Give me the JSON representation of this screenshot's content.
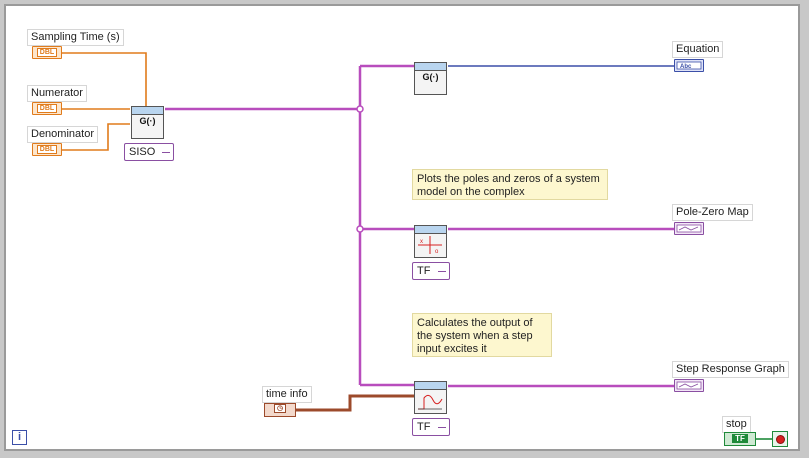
{
  "controls": {
    "sampling_time": "Sampling Time (s)",
    "numerator": "Numerator",
    "denominator": "Denominator",
    "time_info": "time info",
    "stop": "stop"
  },
  "indicators": {
    "equation": "Equation",
    "pole_zero_map": "Pole-Zero Map",
    "step_response_graph": "Step Response Graph"
  },
  "terminal_text": {
    "dbl": "DBL",
    "tf": "TF"
  },
  "nodes": {
    "siso_selector": "SISO",
    "pz_selector": "TF",
    "step_selector": "TF",
    "model_glyph": "G(·)"
  },
  "notes": {
    "pz_comment": "Plots the poles and zeros of a system model on the complex",
    "step_comment": "Calculates the output of the system when a step input excites it"
  },
  "colors": {
    "double_wire": "#e07b1c",
    "model_wire": "#b84dbd",
    "string_wire": "#3b4fa8",
    "timestamp_wire": "#9c4a2b",
    "boolean_wire": "#1f8a3a"
  }
}
